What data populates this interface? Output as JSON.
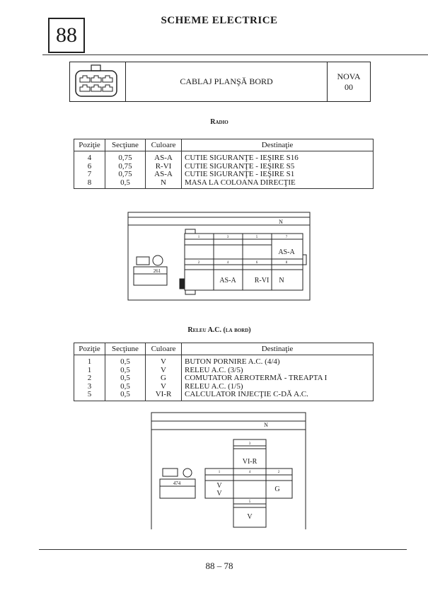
{
  "page": {
    "chapter_number": "88",
    "title": "SCHEME ELECTRICE",
    "footer_page": "88 – 78"
  },
  "header": {
    "connector_name": "CABLAJ PLANŞĂ BORD",
    "vehicle": "NOVA",
    "code": "00",
    "icon": "connector-6pin-icon"
  },
  "radio": {
    "title": "Radio",
    "columns": [
      "Poziţie",
      "Secţiune",
      "Culoare",
      "Destinaţie"
    ],
    "rows": [
      [
        "4",
        "0,75",
        "AS-A",
        "CUTIE SIGURANŢE - IEŞIRE S16"
      ],
      [
        "6",
        "0,75",
        "R-VI",
        "CUTIE SIGURANŢE - IEŞIRE S5"
      ],
      [
        "7",
        "0,75",
        "AS-A",
        "CUTIE SIGURANŢE - IEŞIRE S1"
      ],
      [
        "8",
        "0,5",
        "N",
        "MASA LA COLOANA DIRECŢIE"
      ]
    ],
    "diagram": {
      "harness_label": "N",
      "component_number": "261",
      "pins_top": [
        "1",
        "3",
        "5",
        "7"
      ],
      "pins_bottom": [
        "2",
        "4",
        "6",
        "8"
      ],
      "wires_top": [
        "",
        "",
        "",
        "AS-A"
      ],
      "wires_bottom": [
        "",
        "AS-A",
        "R-VI",
        "N"
      ]
    }
  },
  "relay": {
    "title": "Releu A.C. (la bord)",
    "columns": [
      "Poziţie",
      "Secţiune",
      "Culoare",
      "Destinaţie"
    ],
    "rows": [
      [
        "1",
        "0,5",
        "V",
        "BUTON PORNIRE A.C. (4/4)"
      ],
      [
        "1",
        "0,5",
        "V",
        "RELEU A.C. (3/5)"
      ],
      [
        "2",
        "0,5",
        "G",
        "COMUTATOR AEROTERMĂ - TREAPTA I"
      ],
      [
        "3",
        "0,5",
        "V",
        "RELEU A.C. (1/5)"
      ],
      [
        "5",
        "0,5",
        "VI-R",
        "CALCULATOR INJECŢIE C-DĂ A.C."
      ]
    ],
    "diagram": {
      "harness_label": "N",
      "component_number": "474",
      "pin_top": "3",
      "pin_left": "1",
      "pin_center": "4",
      "pin_right": "2",
      "pin_bottom": "5",
      "wire_top": "VI-R",
      "wire_left_1": "V",
      "wire_left_2": "V",
      "wire_right": "G",
      "wire_bottom": "V"
    }
  }
}
